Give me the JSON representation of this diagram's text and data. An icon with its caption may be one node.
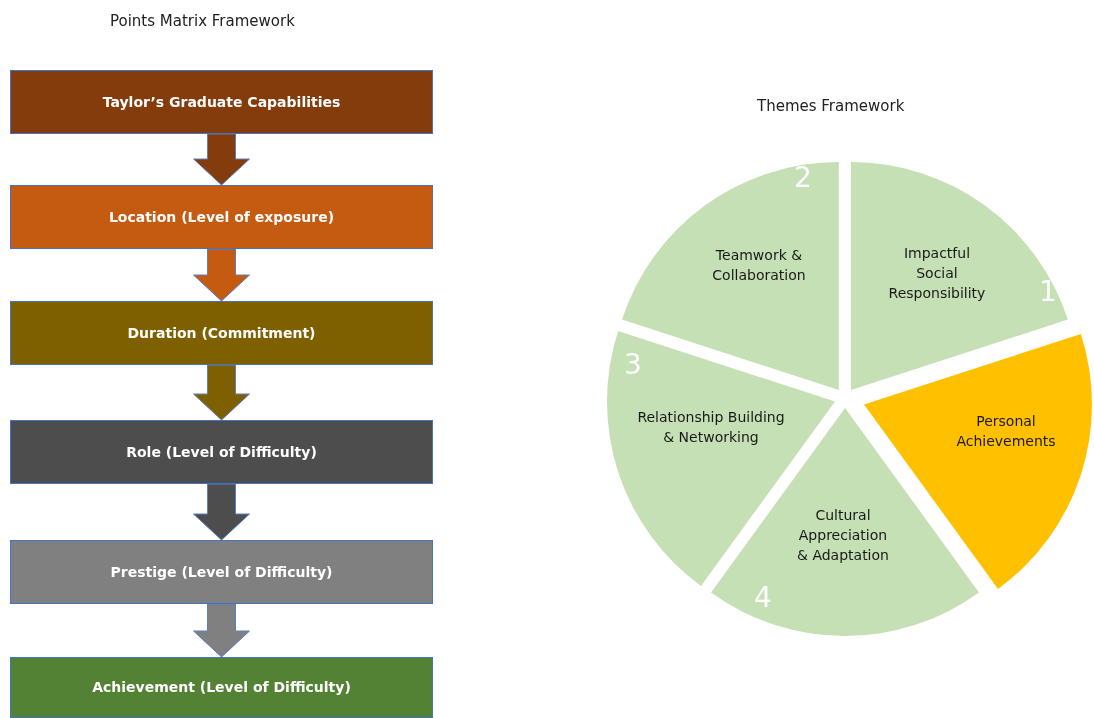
{
  "diagram": {
    "nodes": [
      {
        "text": [
          "Taylor’s Graduate Capabilities"
        ]
      },
      {
        "text": [
          "Location (Level of exposure)"
        ]
      },
      {
        "text": [
          "Duration (Commitment)"
        ]
      },
      {
        "text": [
          "Role (Level of Difficulty)"
        ]
      },
      {
        "text": [
          "Prestige (Level of Difficulty)"
        ]
      },
      {
        "text": [
          "Achievement (Level of Difficulty)"
        ]
      },
      {
        "text": [
          "2",
          "Teamwork & Collaboration"
        ]
      },
      {
        "text": [
          "Impactful Social Responsibility",
          "1"
        ]
      },
      {
        "text": [
          "3",
          "Relationship Building & Networking"
        ]
      },
      {
        "text": [
          "Personal Achievements"
        ]
      },
      {
        "text": [
          "Cultural Appreciation & Adaptation",
          "4"
        ]
      }
    ],
    "edges": [
      {
        "from": 0,
        "to": 1,
        "arrow": "to",
        "color": "#843c0c"
      },
      {
        "from": 1,
        "to": 2,
        "arrow": "to",
        "color": "#c55a11"
      },
      {
        "from": 2,
        "to": 3,
        "arrow": "to",
        "color": "#7f6000"
      },
      {
        "from": 3,
        "to": 4,
        "arrow": "to",
        "color": "#4d4d4d"
      },
      {
        "from": 4,
        "to": 5,
        "arrow": "to",
        "color": "#808080"
      }
    ],
    "labels": [
      "Points Matrix Framework",
      "Themes Framework"
    ]
  }
}
